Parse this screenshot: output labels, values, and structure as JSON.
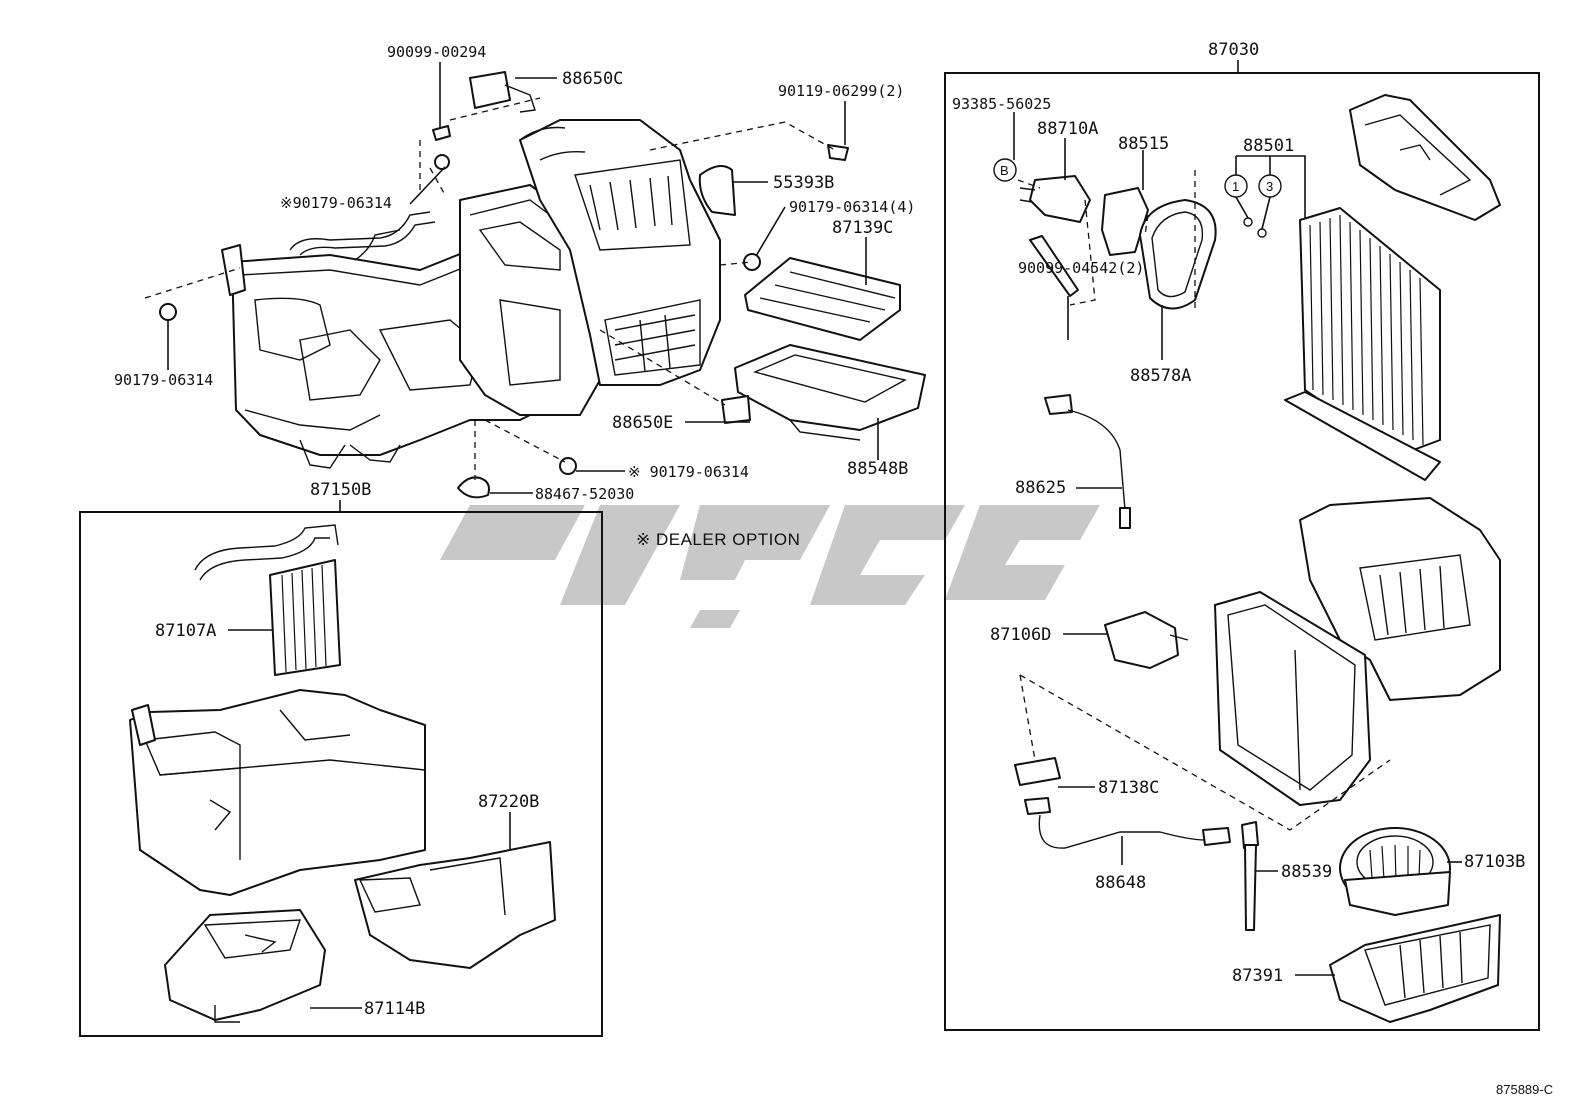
{
  "labels": {
    "p90099_00294": "90099-00294",
    "p88650C": "88650C",
    "p90119_06299": "90119-06299(2)",
    "p55393B": "55393B",
    "p90179_06314_opt1": "※90179-06314",
    "p90179_06314_4": "90179-06314(4)",
    "p87139C": "87139C",
    "p90179_06314_left": "90179-06314",
    "p88650E": "88650E",
    "p88548B": "88548B",
    "p90179_06314_opt2": "※ 90179-06314",
    "p87150B": "87150B",
    "p88467_52030": "88467-52030",
    "p87107A": "87107A",
    "p87220B": "87220B",
    "p87114B": "87114B",
    "p87030": "87030",
    "p93385_56025": "93385-56025",
    "p88710A": "88710A",
    "p88515": "88515",
    "p88501": "88501",
    "p90099_04542": "90099-04542(2)",
    "p88578A": "88578A",
    "p88625": "88625",
    "p87106D": "87106D",
    "p87138C": "87138C",
    "p88648": "88648",
    "p88539": "88539",
    "p87103B": "87103B",
    "p87391": "87391"
  },
  "callouts": {
    "circle_b": "B",
    "circle_1": "1",
    "circle_3": "3"
  },
  "note": "※  DEALER OPTION",
  "figure_code": "875889-C"
}
